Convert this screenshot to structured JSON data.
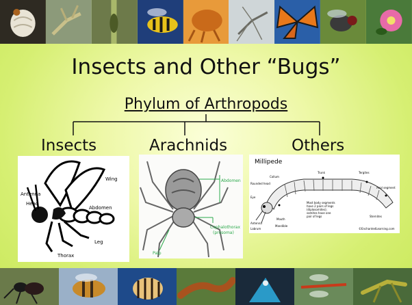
{
  "slide": {
    "title": "Insects and Other “Bugs”",
    "subtitle": "Phylum of Arthropods",
    "categories": [
      "Insects",
      "Arachnids",
      "Others"
    ]
  },
  "top_photos": [
    "grub-photo",
    "mantis-photo",
    "caterpillar-on-stem-photo",
    "wasp-photo",
    "flea-photo",
    "mosquito-photo",
    "monarch-butterfly-photo",
    "fly-photo",
    "bug-on-flower-photo"
  ],
  "bottom_photos": [
    "ant-photo",
    "bee-photo",
    "potato-beetle-photo",
    "caterpillar-photo",
    "blue-insect-photo",
    "dragonfly-photo",
    "grasshopper-photo"
  ],
  "insect_diagram": {
    "labels": [
      "Antenna",
      "Head",
      "Thorax",
      "Abdomen",
      "Wing",
      "Leg"
    ]
  },
  "spider_diagram": {
    "labels": [
      "Abdomen",
      "Cephalothorax",
      "(prosoma)",
      "Palp"
    ]
  },
  "millipede_diagram": {
    "title": "Millipede",
    "labels": [
      "Trunk",
      "Tergites",
      "Anal segment",
      "Collum",
      "Rounded head",
      "Eye",
      "Antenna",
      "Labrum",
      "Mouth",
      "Mandible",
      "Most body segments",
      "have 2 pairs of legs",
      "(diplosomites);",
      "somites have one",
      "pair of legs",
      "Sternites",
      "©EnchantedLearning.com"
    ]
  }
}
